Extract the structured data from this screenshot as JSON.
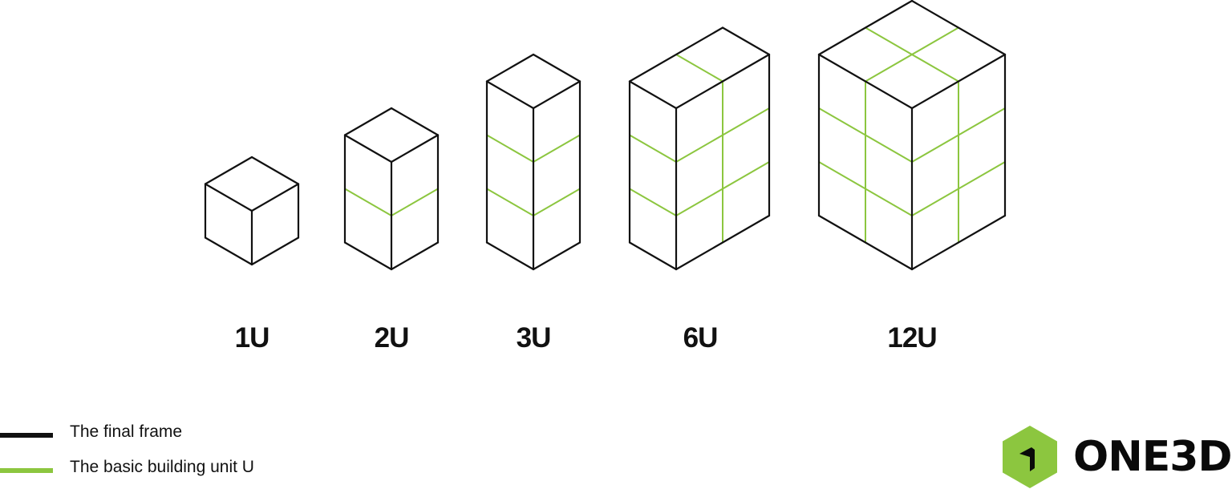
{
  "colors": {
    "frame": "#111111",
    "unit": "#8cc63f",
    "logo_green": "#8cc63f"
  },
  "cubes": [
    {
      "label": "1U",
      "left_units": 1,
      "right_units": 1,
      "height_units": 1
    },
    {
      "label": "2U",
      "left_units": 1,
      "right_units": 1,
      "height_units": 2
    },
    {
      "label": "3U",
      "left_units": 1,
      "right_units": 1,
      "height_units": 3
    },
    {
      "label": "6U",
      "left_units": 1,
      "right_units": 2,
      "height_units": 3
    },
    {
      "label": "12U",
      "left_units": 2,
      "right_units": 2,
      "height_units": 3
    }
  ],
  "legend": [
    {
      "label": "The final frame",
      "color": "#111111"
    },
    {
      "label": "The basic building unit U",
      "color": "#8cc63f"
    }
  ],
  "logo": {
    "text": "ONE3D",
    "icon": "green-hexagon-cube-icon"
  }
}
